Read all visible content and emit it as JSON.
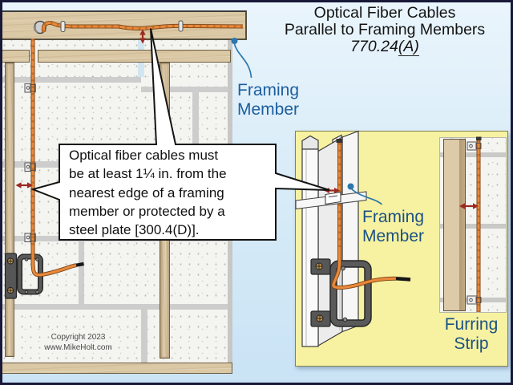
{
  "title": {
    "line1": "Optical Fiber Cables",
    "line2": "Parallel to Framing Members",
    "code_number": "770.24",
    "code_letter": "(A)"
  },
  "callout": {
    "text": "Optical fiber cables must\nbe at least 1¼ in. from the\nnearest edge of a framing\nmember or protected by a\nsteel plate [300.4(D)]."
  },
  "labels": {
    "framing_member_top": "Framing\nMember",
    "framing_member_panel": "Framing\nMember",
    "furring_strip": "Furring\nStrip"
  },
  "footer": {
    "copyright_line1": "Copyright 2023",
    "copyright_line2": "www.MikeHolt.com"
  },
  "icons": {
    "red_double_arrow": "clearance-distance-arrow",
    "blue_pointer_dot": "label-pointer-dot"
  },
  "colors": {
    "background_blue": "#d9ebf8",
    "panel_yellow": "#f7f2a1",
    "wood_tan": "#dbc8a5",
    "cable_orange": "#e8893c",
    "arrow_red": "#9b2a1f",
    "label_blue": "#1c5f9f",
    "wall_white": "#f4f4f0"
  }
}
